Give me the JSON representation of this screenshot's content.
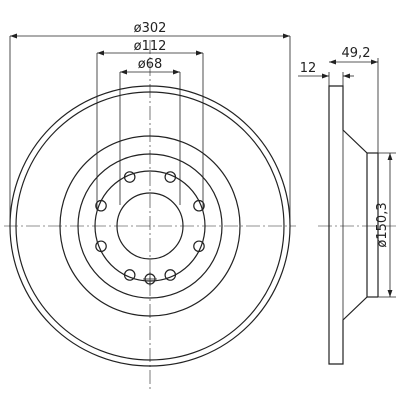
{
  "dimensions": {
    "outer_diameter": "ø302",
    "bolt_circle_diameter": "ø112",
    "center_bore_diameter": "ø68",
    "disc_thickness": "12",
    "overall_height": "49,2",
    "hat_diameter": "ø150,3"
  },
  "features": {
    "bolt_hole_count": 8,
    "locating_hole_count": 1
  }
}
